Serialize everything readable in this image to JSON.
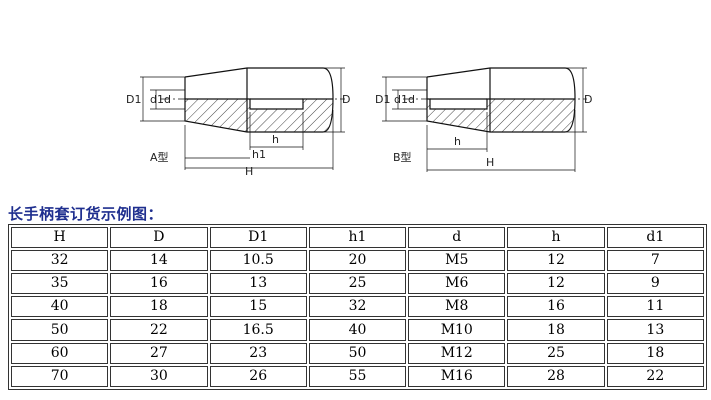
{
  "drawing": {
    "type_a": {
      "type_label": "A型",
      "labels": {
        "D1": "D1",
        "d1": "d1",
        "d": "d",
        "D": "D",
        "h1": "h1",
        "h": "h",
        "H": "H"
      }
    },
    "type_b": {
      "type_label": "B型",
      "labels": {
        "D1": "D1",
        "d1": "d1",
        "d": "d",
        "D": "D",
        "h": "h",
        "H": "H"
      }
    }
  },
  "caption": "长手柄套订货示例图：",
  "table": {
    "headers": [
      "H",
      "D",
      "D1",
      "h1",
      "d",
      "h",
      "d1"
    ],
    "rows": [
      [
        "32",
        "14",
        "10.5",
        "20",
        "M5",
        "12",
        "7"
      ],
      [
        "35",
        "16",
        "13",
        "25",
        "M6",
        "12",
        "9"
      ],
      [
        "40",
        "18",
        "15",
        "32",
        "M8",
        "16",
        "11"
      ],
      [
        "50",
        "22",
        "16.5",
        "40",
        "M10",
        "18",
        "13"
      ],
      [
        "60",
        "27",
        "23",
        "50",
        "M12",
        "25",
        "18"
      ],
      [
        "70",
        "30",
        "26",
        "55",
        "M16",
        "28",
        "22"
      ]
    ]
  }
}
